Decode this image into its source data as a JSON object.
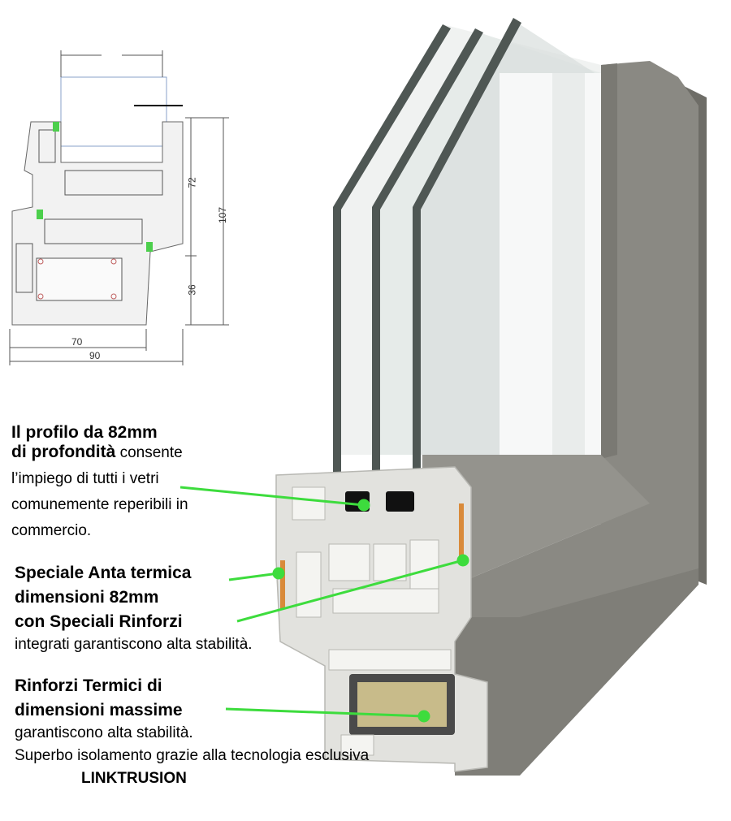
{
  "colors": {
    "frame": "#8a8983",
    "frame_shadow": "#6e6d67",
    "pvc": "#e2e2de",
    "glass_edge": "#4f5754",
    "callout_line": "#3ddc3d",
    "reinforcement": "#c8bb8a"
  },
  "dimensions": {
    "d72": "72",
    "d107": "107",
    "d36": "36",
    "d70": "70",
    "d90": "90"
  },
  "callouts": {
    "c1": {
      "bold_1": "Il profilo da 82mm",
      "bold_2": "di profondità",
      "rest_2": " consente",
      "line_3": "l’impiego di tutti i vetri",
      "line_4": "comunemente reperibili in",
      "line_5": "commercio."
    },
    "c2": {
      "bold_1": "Speciale Anta termica",
      "bold_2": "dimensioni 82mm",
      "bold_3": "con Speciali Rinforzi",
      "line_4": "integrati garantiscono alta stabilità."
    },
    "c3": {
      "bold_1": "Rinforzi Termici di",
      "bold_2": "dimensioni massime",
      "line_3": "garantiscono alta stabilità.",
      "line_4": "Superbo isolamento grazie alla tecnologia esclusiva",
      "brand": "LINKTRUSION"
    }
  }
}
